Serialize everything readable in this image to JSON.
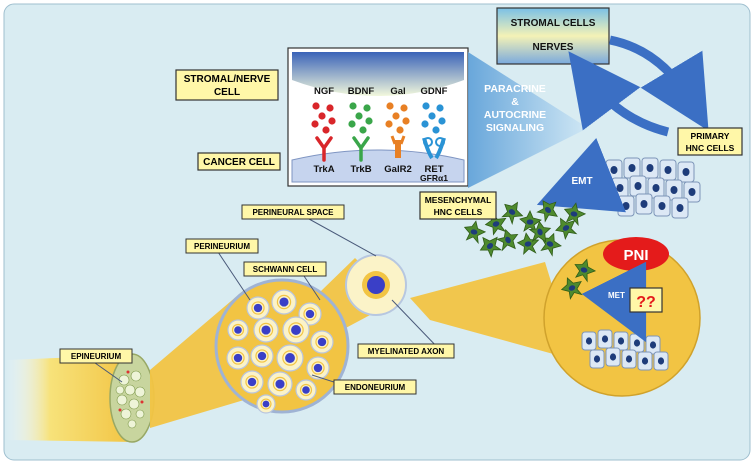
{
  "labels": {
    "stromal_nerve_cell_line1": "STROMAL/NERVE",
    "stromal_nerve_cell_line2": "CELL",
    "cancer_cell": "CANCER CELL",
    "stromal_cells": "STROMAL CELLS",
    "nerves": "NERVES",
    "paracrine_line1": "PARACRINE",
    "paracrine_line2": "&",
    "paracrine_line3": "AUTOCRINE",
    "paracrine_line4": "SIGNALING",
    "primary_line1": "PRIMARY",
    "primary_line2": "HNC CELLS",
    "emt": "EMT",
    "mesenchymal_line1": "MESENCHYMAL",
    "mesenchymal_line2": "HNC CELLS",
    "pni": "PNI",
    "met": "MET",
    "question": "??",
    "perineural_space": "PERINEURAL SPACE",
    "perineurium": "PERINEURIUM",
    "schwann_cell": "SCHWANN CELL",
    "myelinated_axon": "MYELINATED AXON",
    "epineurium": "EPINEURIUM",
    "endoneurium": "ENDONEURIUM"
  },
  "ligands": [
    "NGF",
    "BDNF",
    "Gal",
    "GDNF"
  ],
  "receptors": [
    "TrkA",
    "TrkB",
    "GalR2",
    "RET"
  ],
  "receptor_extra": "GFRα1",
  "colors": {
    "background": "#d9ecf2",
    "label_box": "#fff7a8",
    "nerve_yellow": "#f2c443",
    "ngf": "#d9262a",
    "bdnf": "#3aa64a",
    "gal": "#e88024",
    "gdnf": "#2a93d5",
    "pni": "#e41b1b",
    "arrow_blue": "#3b6fc4"
  }
}
